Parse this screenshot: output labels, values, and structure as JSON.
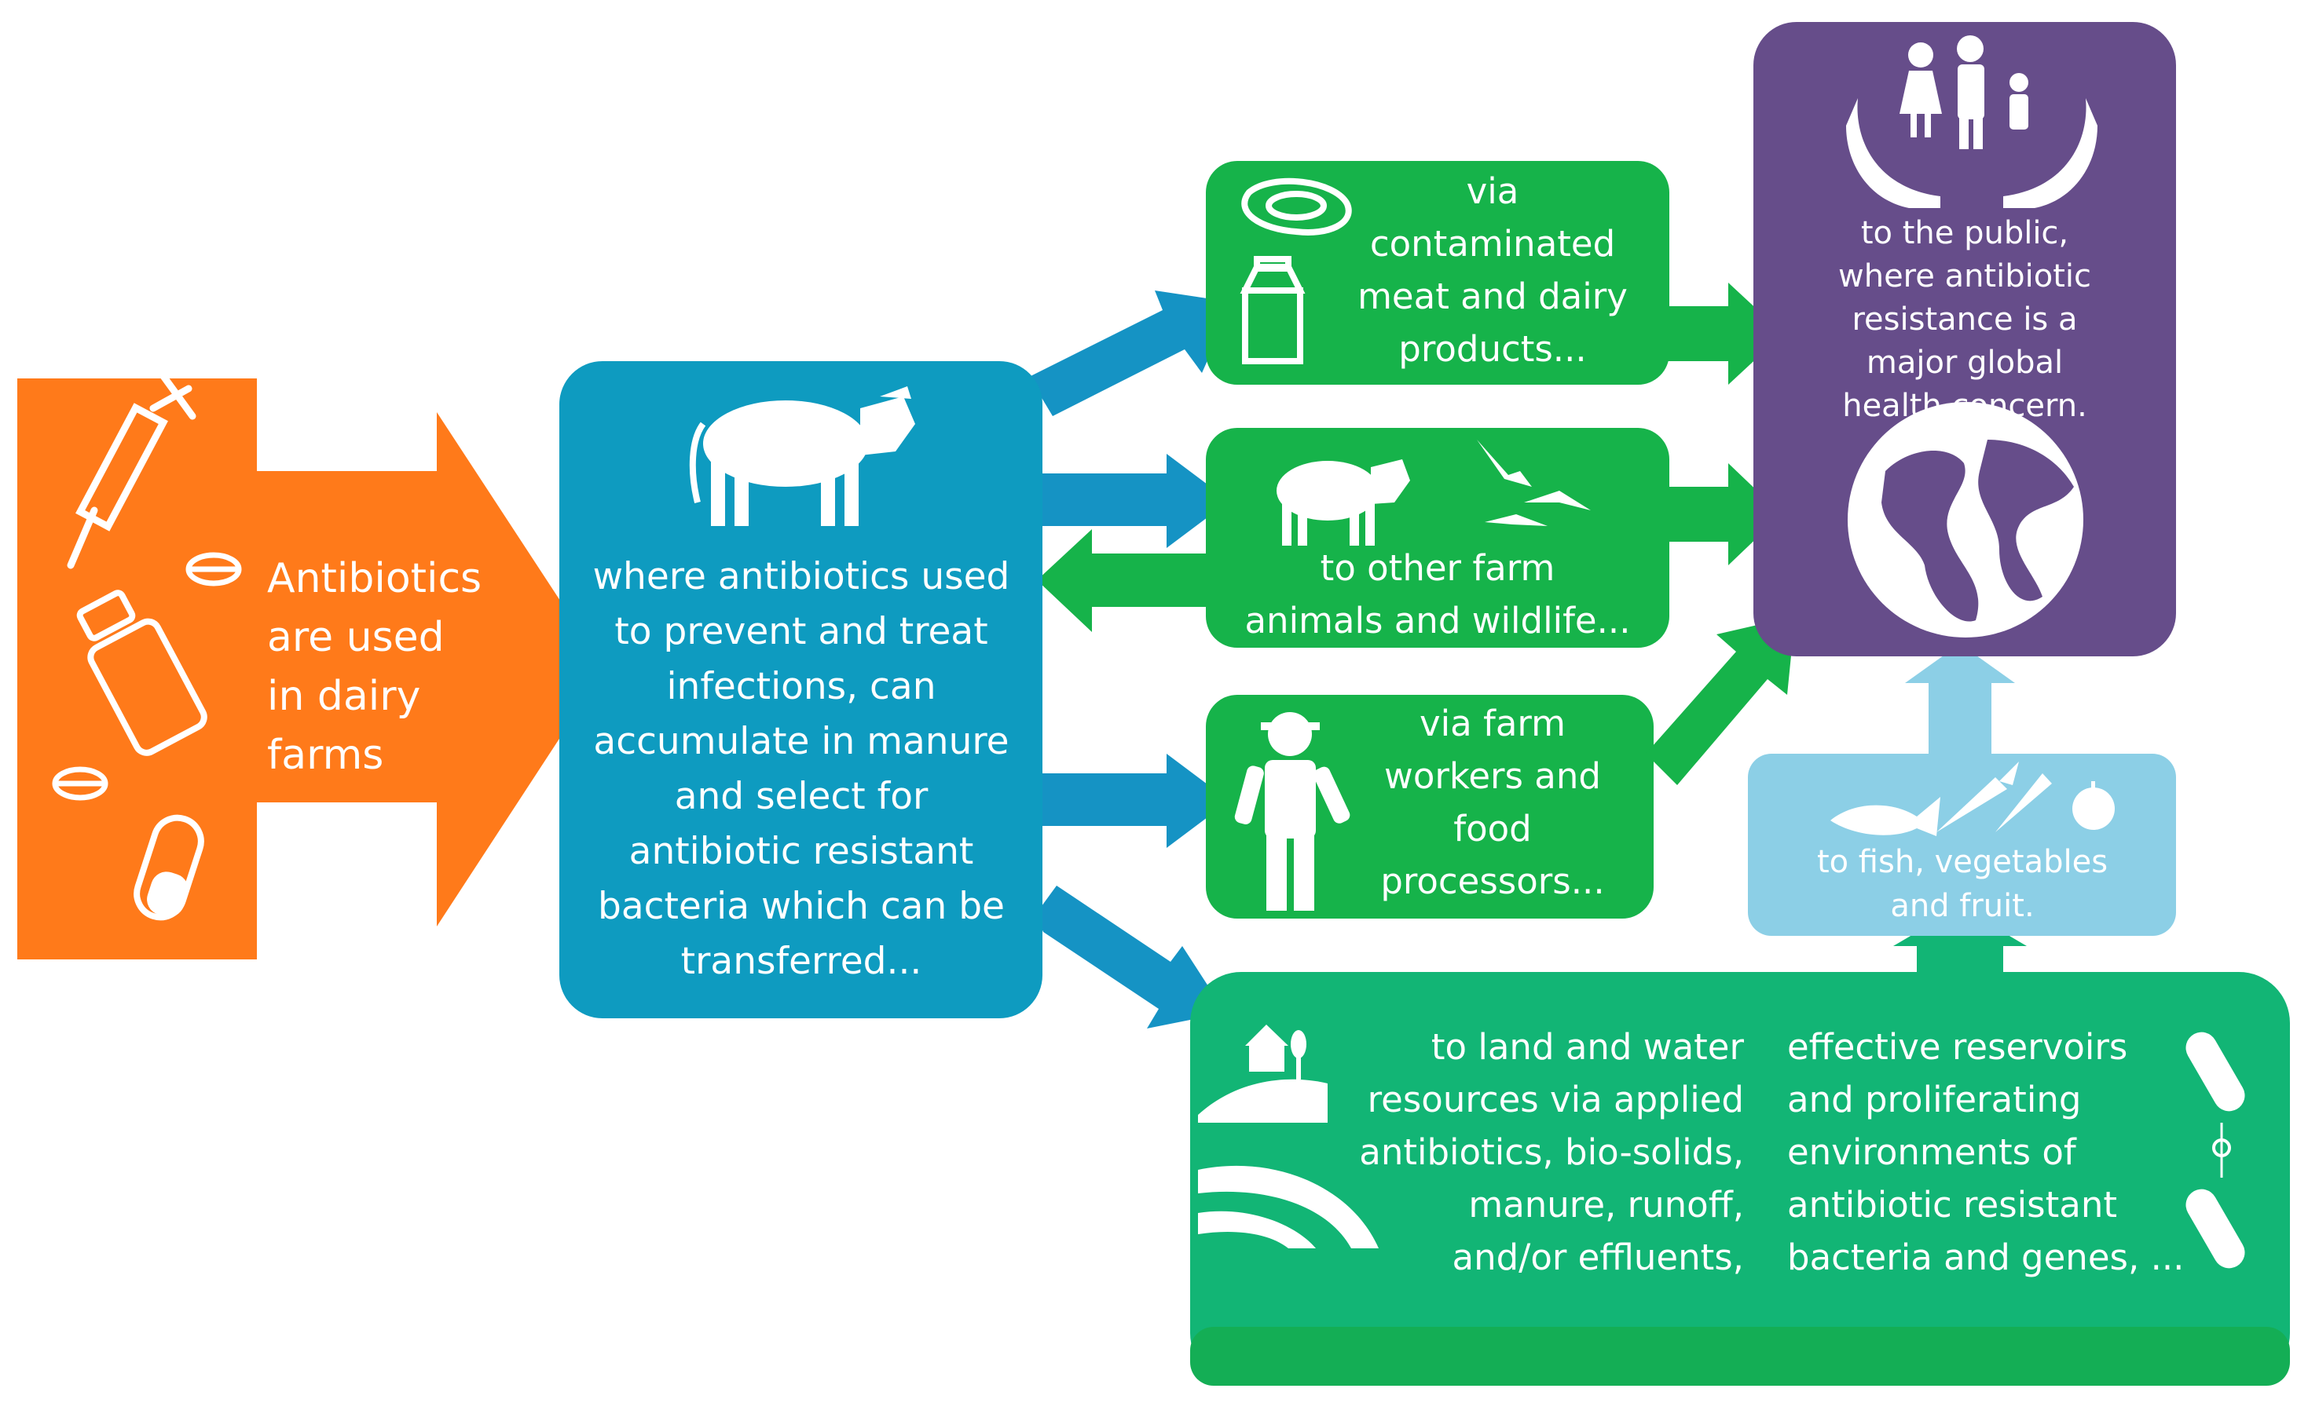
{
  "colors": {
    "orange": "#FF7A1A",
    "blue": "#0E9BC0",
    "green": "#16B34A",
    "teal_green": "#12B575",
    "purple": "#664D8A",
    "light_blue": "#8CCFE6",
    "white": "#FFFFFF"
  },
  "source_block": {
    "text": "Antibiotics\nare used\nin dairy\nfarms",
    "icons": [
      "syringe-icon",
      "pill-icon",
      "vial-icon",
      "pill-icon",
      "capsule-icon"
    ]
  },
  "dairy_block": {
    "text": "where antibiotics used\nto prevent and treat\ninfections, can\naccumulate in manure\nand select for\nantibiotic resistant\nbacteria which can be\ntransferred...",
    "icon": "cow-icon"
  },
  "pathways": {
    "products": {
      "text": "via\ncontaminated\nmeat and dairy\nproducts...",
      "icons": [
        "steak-icon",
        "milk-carton-icon"
      ]
    },
    "animals": {
      "text": "to other farm\nanimals and wildlife...",
      "icons": [
        "cow-icon",
        "birds-icon"
      ]
    },
    "workers": {
      "text": "via farm\nworkers and\nfood\nprocessors...",
      "icon": "worker-icon"
    },
    "environment": {
      "text_left": "to land and water\nresources via applied\nantibiotics, bio-solids,\nmanure, runoff,\nand/or effluents,",
      "text_right": "effective reservoirs\nand proliferating\nenvironments of\nantibiotic resistant\nbacteria and genes, ...",
      "icons": [
        "farm-landscape-icon",
        "bacteria-icon"
      ]
    },
    "food": {
      "text": "to fish, vegetables\nand fruit.",
      "icons": [
        "fish-icon",
        "carrot-icon",
        "apple-icon"
      ]
    }
  },
  "public_block": {
    "text": "to the public,\nwhere antibiotic\nresistance is a\nmajor global\nhealth concern.",
    "icons": [
      "family-hands-icon",
      "globe-icon"
    ]
  }
}
